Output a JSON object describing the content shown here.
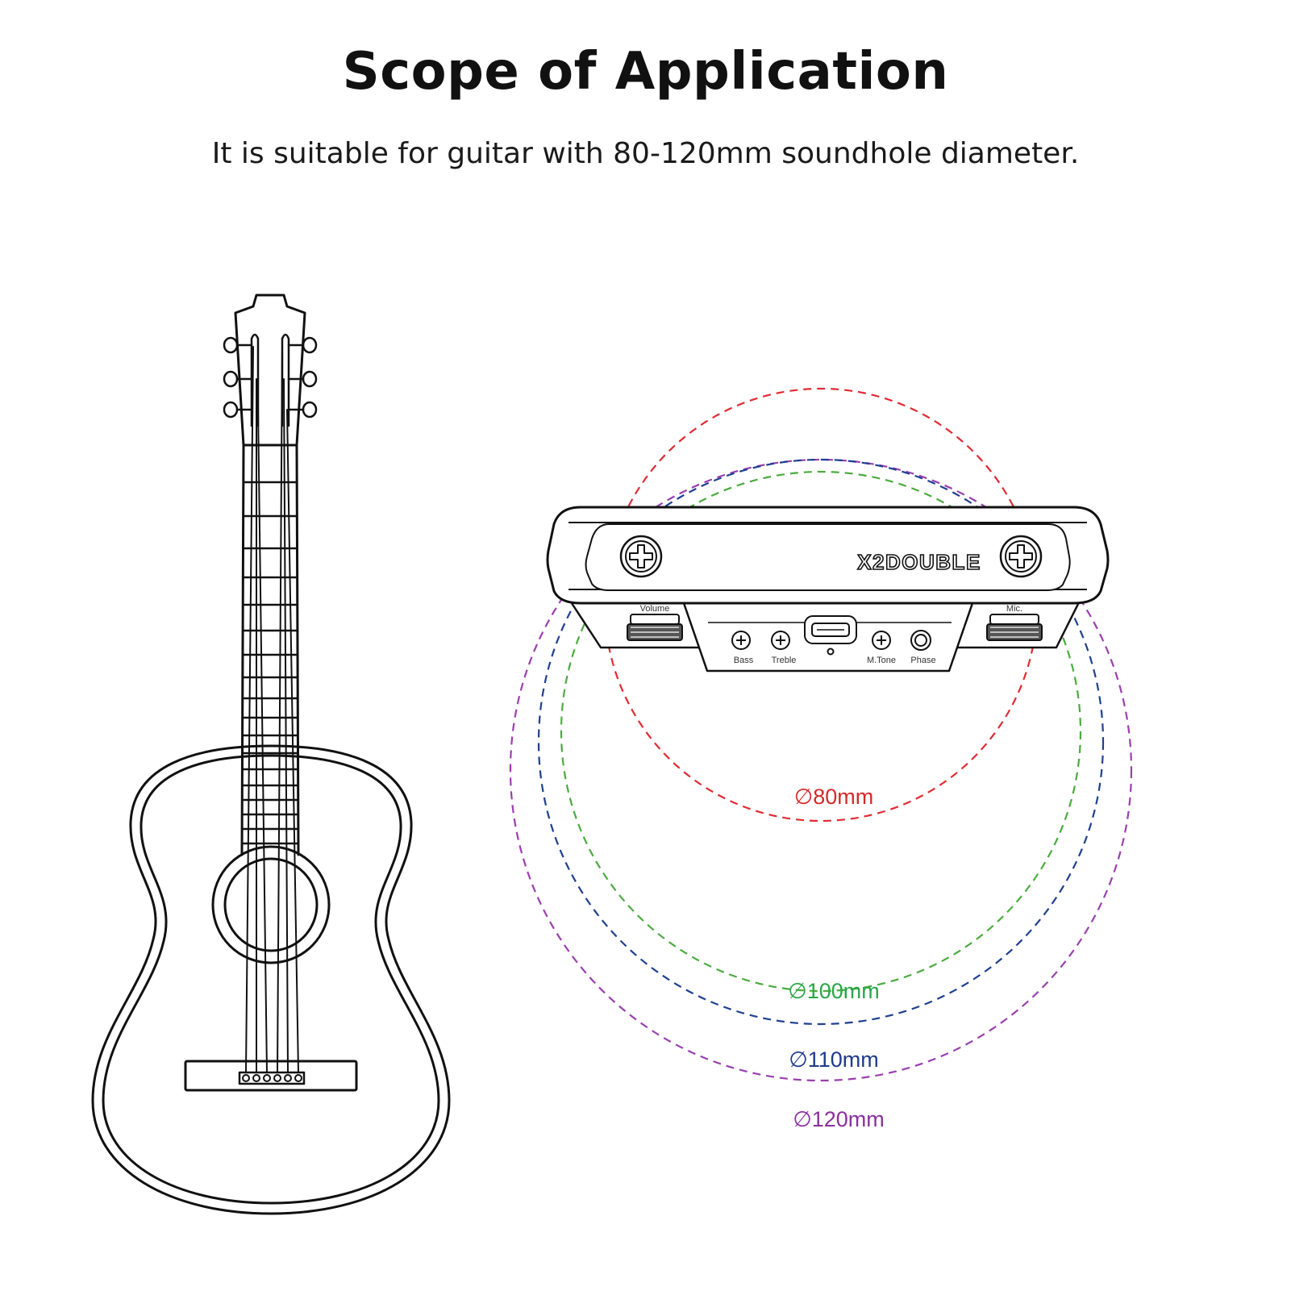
{
  "header": {
    "title": "Scope of Application",
    "subtitle": "It is suitable for guitar with 80-120mm soundhole diameter."
  },
  "device": {
    "brand": "X2DOUBLE",
    "controls": {
      "volume": "Volume",
      "mic": "Mic.",
      "bass": "Bass",
      "treble": "Treble",
      "mtone": "M.Tone",
      "phase": "Phase"
    }
  },
  "diameters": [
    {
      "label": "∅80mm",
      "color": "#e02b33"
    },
    {
      "label": "∅100mm",
      "color": "#4bab3f"
    },
    {
      "label": "∅110mm",
      "color": "#1f3f8f"
    },
    {
      "label": "∅120mm",
      "color": "#9a3fae"
    }
  ],
  "colors": {
    "label_80": "#d42a2a",
    "label_100": "#2aa548",
    "label_110": "#1f3a8a",
    "label_120": "#8b2f9f",
    "line": "#111111"
  }
}
